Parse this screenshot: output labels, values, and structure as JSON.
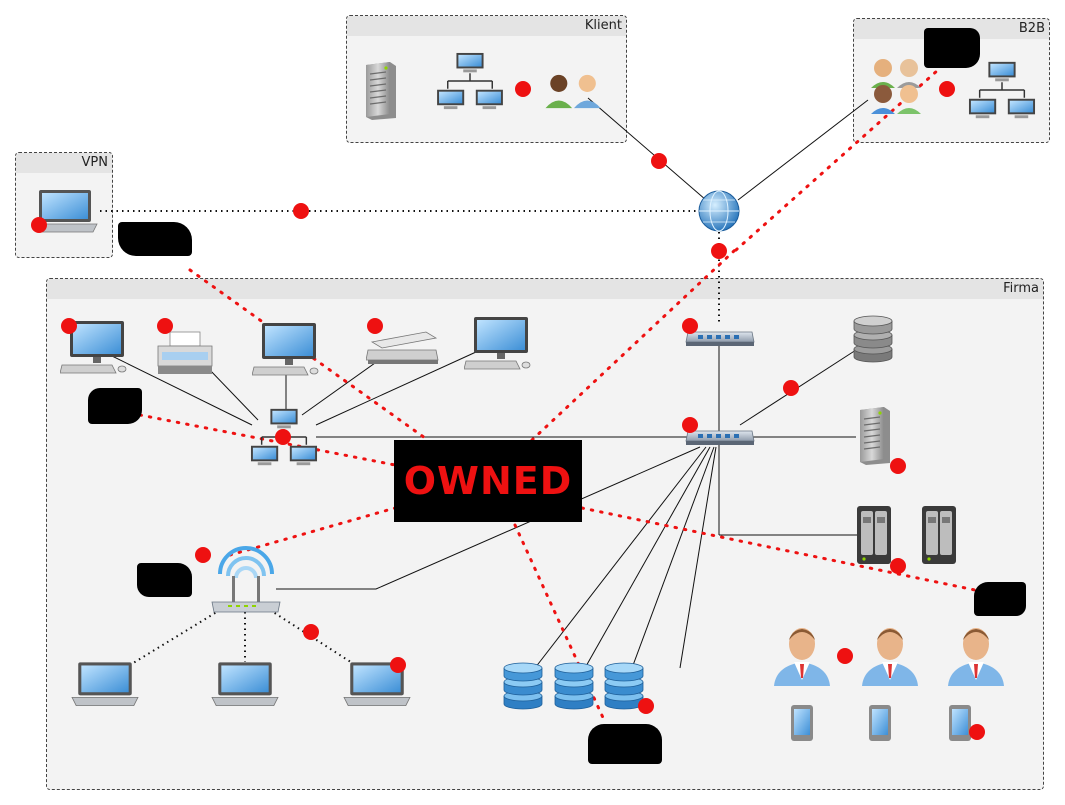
{
  "zones": {
    "klient": "Klient",
    "b2b": "B2B",
    "vpn": "VPN",
    "firma": "Firma"
  },
  "banner": "OWNED",
  "colors": {
    "attack_dot": "#ee1111",
    "zone_bg": "#f3f3f3",
    "zone_header": "#e4e4e4",
    "link": "#111111"
  },
  "icons": [
    "server-tower-icon",
    "network-icon",
    "users-icon",
    "globe-icon",
    "laptop-icon",
    "desktop-icon",
    "printer-icon",
    "scanner-icon",
    "switch-icon",
    "database-icon",
    "nas-icon",
    "wifi-router-icon",
    "person-icon",
    "phone-icon"
  ]
}
